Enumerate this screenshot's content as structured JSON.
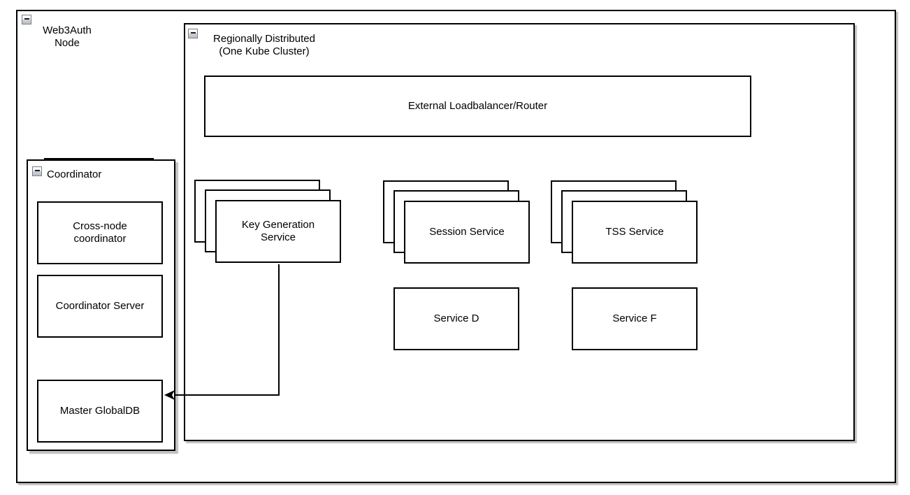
{
  "diagram": {
    "type": "architecture-diagram",
    "colors": {
      "border": "#000000",
      "fill": "#ffffff",
      "text": "#000000",
      "shadow": "#8c8c8c"
    },
    "icons": {
      "collapse": "minus"
    },
    "web3auth_node": {
      "label_lines": [
        "Web3Auth",
        "Node"
      ]
    },
    "region": {
      "label_lines": [
        "Regionally Distributed",
        "(One Kube Cluster)"
      ]
    },
    "loadbalancer": {
      "label": "External Loadbalancer/Router"
    },
    "stacks": [
      {
        "label": "Key Generation Service",
        "copies": 3
      },
      {
        "label": "Session Service",
        "copies": 3
      },
      {
        "label": "TSS Service",
        "copies": 3
      }
    ],
    "services": [
      {
        "label": "Service D"
      },
      {
        "label": "Service F"
      }
    ],
    "coordinator": {
      "label": "Coordinator",
      "children": [
        {
          "label": "Cross-node coordinator"
        },
        {
          "label": "Coordinator Server"
        },
        {
          "label": "Master GlobalDB"
        }
      ]
    },
    "edges": [
      {
        "from": "Key Generation Service",
        "to": "Master GlobalDB",
        "style": "orthogonal-arrow"
      }
    ]
  }
}
